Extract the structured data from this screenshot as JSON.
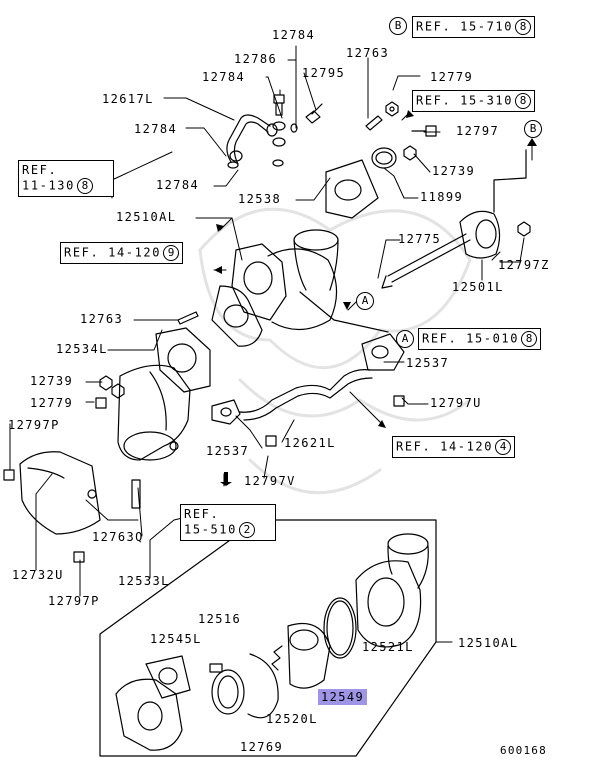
{
  "parts": {
    "p12784_top": "12784",
    "p12786": "12786",
    "p12784_mid": "12784",
    "p12795": "12795",
    "p12763_top": "12763",
    "p12617L": "12617L",
    "p12784_left": "12784",
    "p12784_bottom": "12784",
    "p12779_top": "12779",
    "p12797": "12797",
    "p12739_top": "12739",
    "p11899": "11899",
    "p12538": "12538",
    "p12510AL_top": "12510AL",
    "p12775": "12775",
    "p12797Z": "12797Z",
    "p12501L": "12501L",
    "p12763_mid": "12763",
    "p12534L": "12534L",
    "p12739_left": "12739",
    "p12779_left": "12779",
    "p12797P_top": "12797P",
    "p12537_right": "12537",
    "p12797U": "12797U",
    "p12537_bottom": "12537",
    "p12621L": "12621L",
    "p12797V": "12797V",
    "p12763Q": "12763Q",
    "p12732U": "12732U",
    "p12533L": "12533L",
    "p12797P_bottom": "12797P",
    "p12516": "12516",
    "p12545L": "12545L",
    "p12521L": "12521L",
    "p12510AL_right": "12510AL",
    "p12549": "12549",
    "p12520L": "12520L",
    "p12769": "12769"
  },
  "refs": {
    "r15_710": {
      "text": "REF. 15-710",
      "num": "8"
    },
    "r15_310": {
      "text": "REF. 15-310",
      "num": "8"
    },
    "r11_130_a": "REF.",
    "r11_130_b": "11-130",
    "r11_130_num": "8",
    "r14_120_top": {
      "text": "REF. 14-120",
      "num": "9"
    },
    "r15_010": {
      "text": "REF. 15-010",
      "num": "8"
    },
    "r14_120_right": {
      "text": "REF. 14-120",
      "num": "4"
    },
    "r15_510_a": "REF.",
    "r15_510_b": "15-510",
    "r15_510_num": "2"
  },
  "connectors": {
    "A": "A",
    "B": "B"
  },
  "footer": {
    "diagram_code": "600168"
  },
  "colors": {
    "highlight": "#9f95e6",
    "line": "#000000"
  }
}
